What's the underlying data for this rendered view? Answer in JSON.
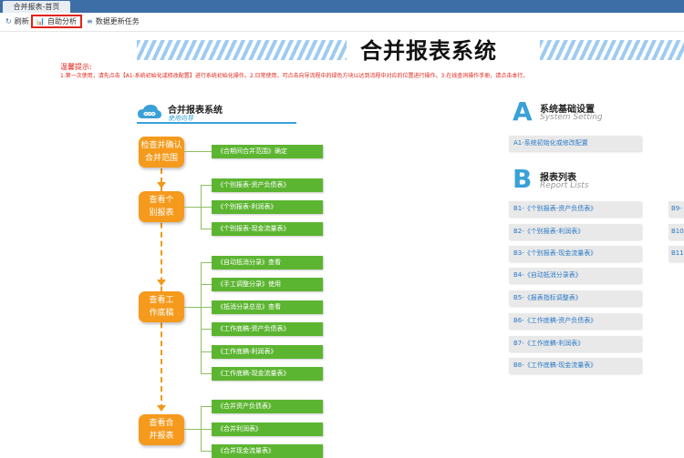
{
  "window": {
    "tab_label": "合并报表-首页"
  },
  "toolbar": {
    "refresh": {
      "icon": "refresh-icon",
      "label": "刷新"
    },
    "auto_analysis": {
      "icon": "chart-icon",
      "label": "自助分析"
    },
    "update_task": {
      "icon": "list-icon",
      "label": "数据更新任务"
    }
  },
  "page": {
    "title": "合并报表系统"
  },
  "tips": {
    "title": "温馨提示:",
    "text": "1.第一次使用，请先点击【A1-系统初始化或修改配置】进行系统初始化操作。2.日常使用，可点击向导流程中的绿色方块以达到流程中对应的位置进行操作。3.在线查询操作手册，请点击本行。"
  },
  "guide": {
    "title": "合并报表系统",
    "subtitle": "使用向导",
    "steps": [
      {
        "label": "检查并确认合并范围",
        "items": [
          "《合期间合并范围》确定"
        ]
      },
      {
        "label": "查看个别报表",
        "items": [
          "《个别报表-资产负债表》",
          "《个别报表-利润表》",
          "《个别报表-现金流量表》"
        ]
      },
      {
        "label": "查看工作底稿",
        "items": [
          "《自动抵消分录》查看",
          "《手工调整分录》使用",
          "《抵消分录总览》查看",
          "《工作底稿-资产负债表》",
          "《工作底稿-利润表》",
          "《工作底稿-现金流量表》"
        ]
      },
      {
        "label": "查看合并报表",
        "items": [
          "《合并资产负债表》",
          "《合并利润表》",
          "《合并现金流量表》"
        ]
      }
    ]
  },
  "right": {
    "sectionA": {
      "letter": "A",
      "title": "系统基础设置",
      "subtitle": "System Setting",
      "items": [
        "A1-系统初始化或修改配置"
      ]
    },
    "sectionB": {
      "letter": "B",
      "title": "报表列表",
      "subtitle": "Report Lists",
      "items": [
        "B1-《个别报表-资产负债表》",
        "B2-《个别报表-利润表》",
        "B3-《个别报表-现金流量表》",
        "B4-《自动抵消分录表》",
        "B5-《报表指标调整表》",
        "B6-《工作底稿-资产负债表》",
        "B7-《工作底稿-利润表》",
        "B8-《工作底稿-现金流量表》"
      ],
      "items_col2": [
        "B9-",
        "B10",
        "B11"
      ]
    }
  },
  "colors": {
    "accent_blue": "#3aa0d8",
    "step_orange": "#f59a1c",
    "item_green": "#5cb531",
    "highlight_red": "#e0241a"
  }
}
